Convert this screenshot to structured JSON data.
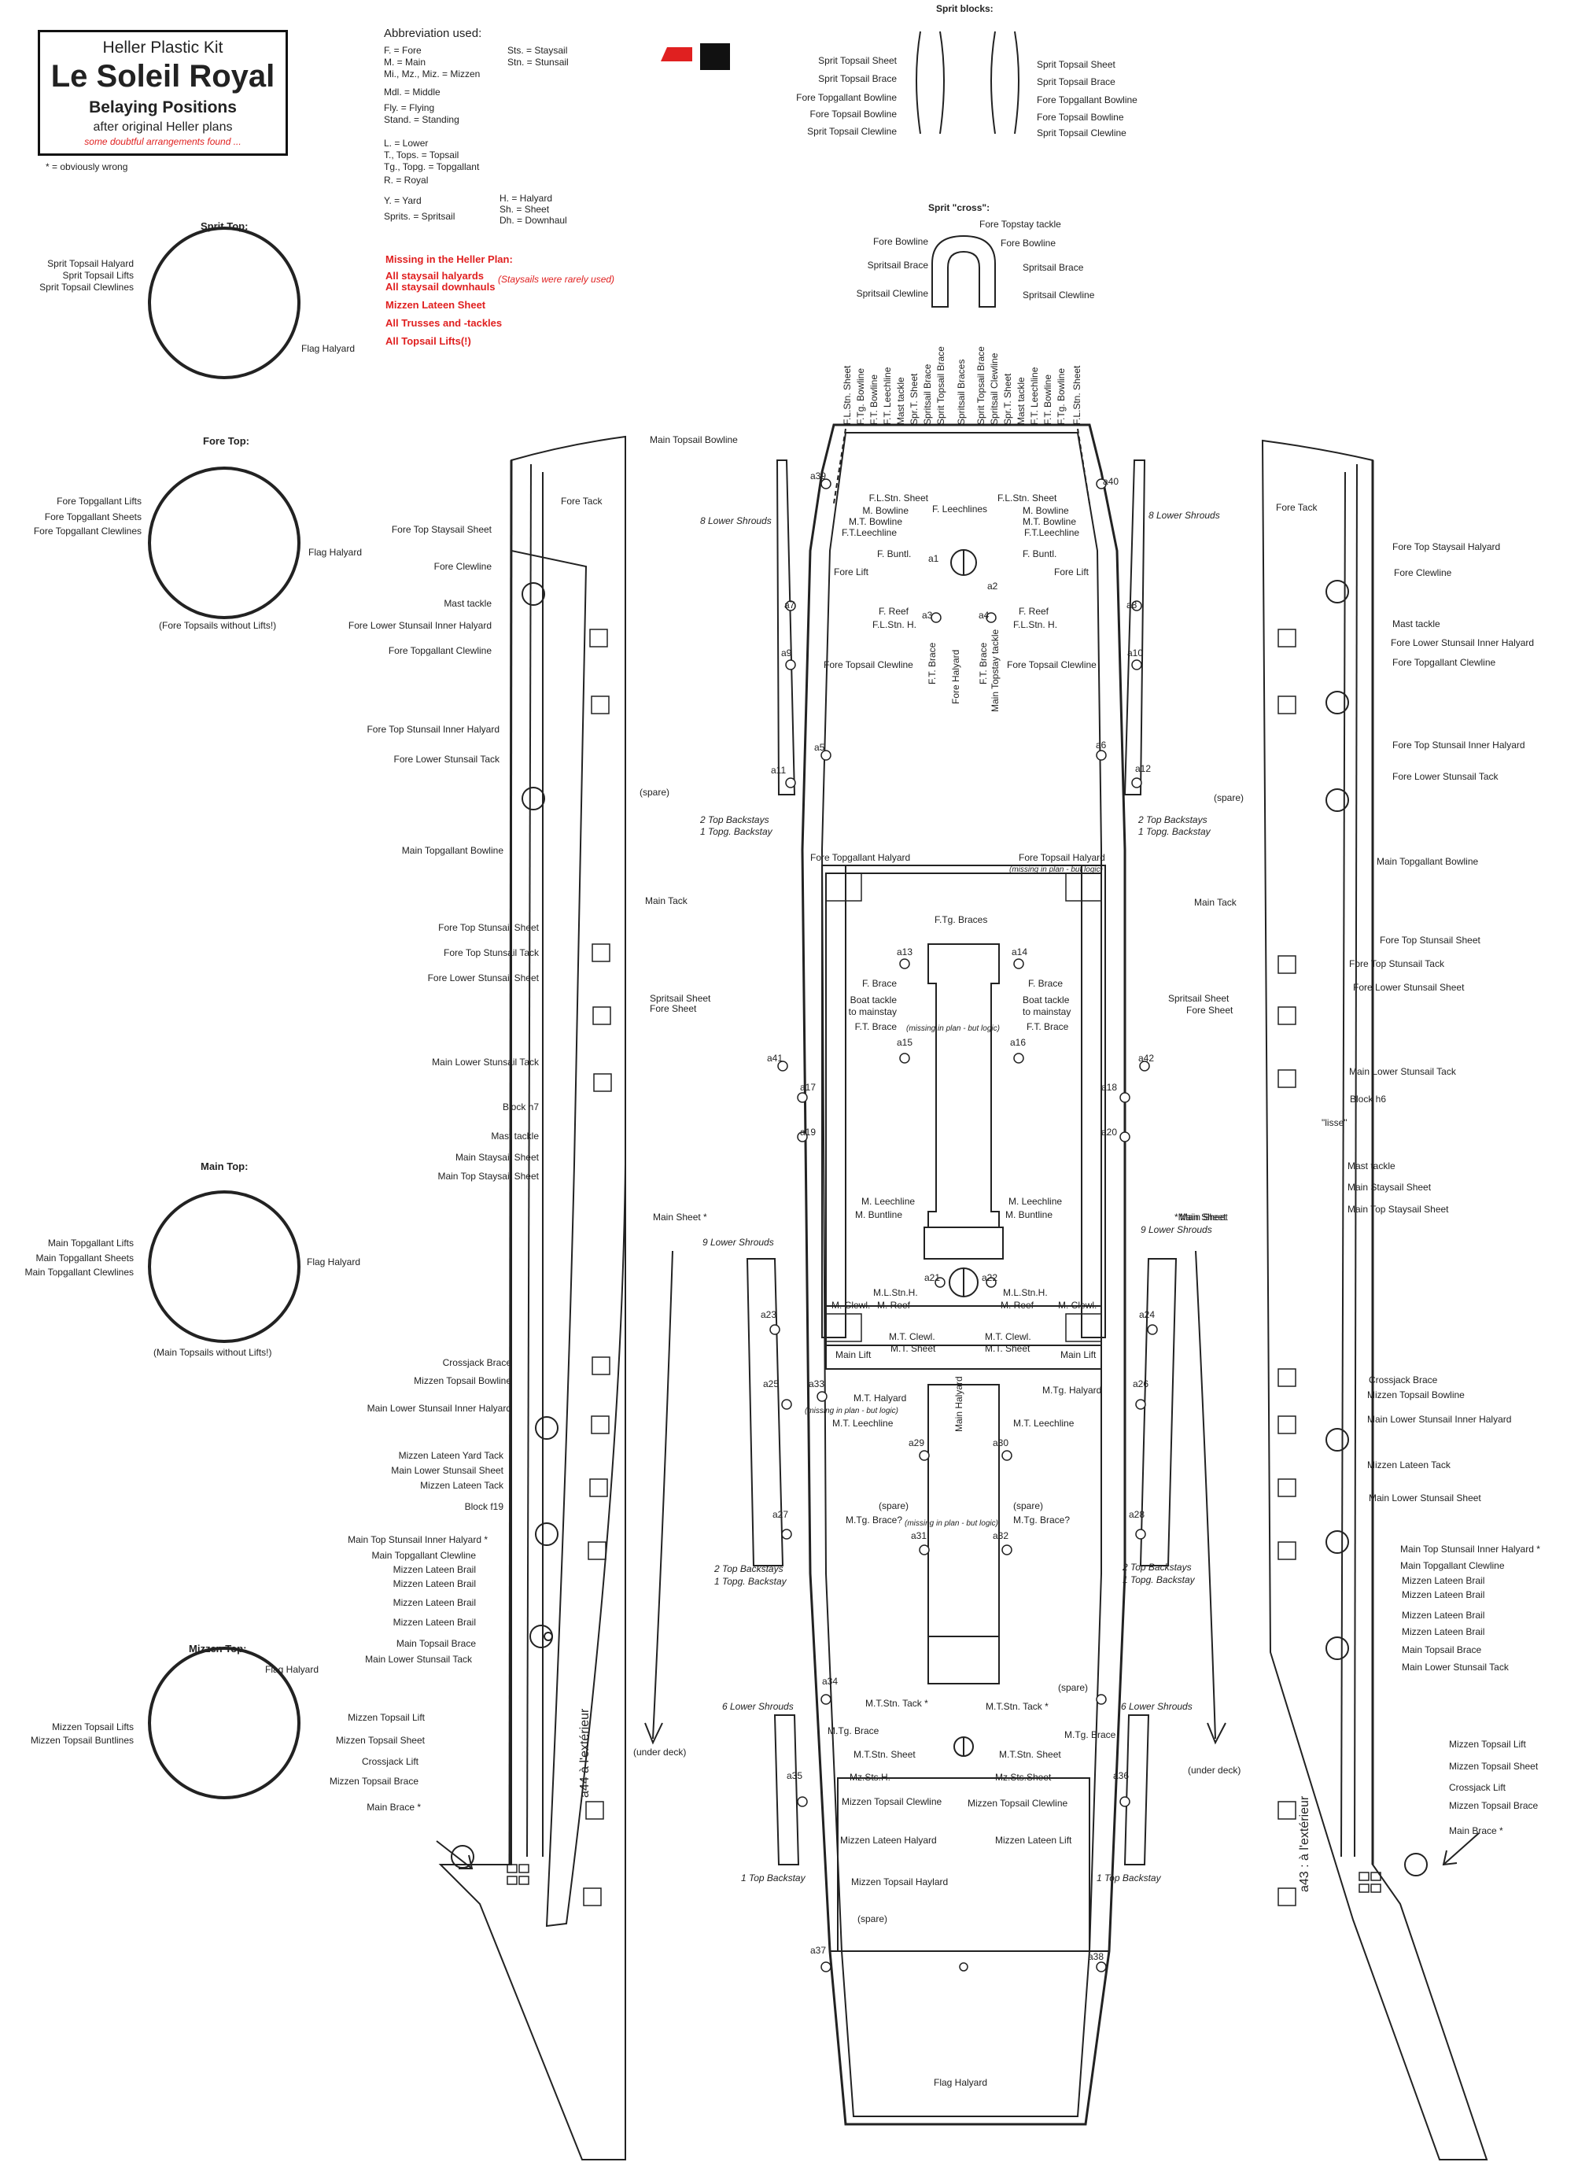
{
  "title_box": {
    "kit": "Heller Plastic Kit",
    "ship": "Le Soleil Royal",
    "subtitle": "Belaying Positions",
    "source": "after original Heller plans",
    "note": "some doubtful arrangements found ..."
  },
  "wrong_note": "* = obviously wrong",
  "abbreviations": {
    "heading": "Abbreviation used:",
    "col1": [
      "F. = Fore",
      "M. = Main",
      "Mi., Mz., Miz. = Mizzen",
      "Mdl. = Middle",
      "Fly. = Flying",
      "Stand. = Standing",
      "L. = Lower",
      "T., Tops. = Topsail",
      "Tg., Topg. = Topgallant",
      "R. = Royal",
      "Y. = Yard",
      "Sprits. = Spritsail"
    ],
    "col2": [
      "Sts. = Staysail",
      "Stn. = Stunsail",
      "H. = Halyard",
      "Sh. = Sheet",
      "Dh. = Downhaul"
    ]
  },
  "missing": {
    "heading": "Missing in the Heller Plan:",
    "items": [
      "All staysail halyards",
      "All staysail downhauls",
      "Mizzen Lateen Sheet",
      "All Trusses and -tackles",
      "All Topsail Lifts(!)"
    ],
    "staysail_note": "(Staysails were rarely used)"
  },
  "colors": {
    "accent": "#e02020",
    "ink": "#222222"
  },
  "tops": {
    "sprit": {
      "heading": "Sprit Top:",
      "labels": [
        "Sprit Topsail Halyard",
        "Sprit Topsail Lifts",
        "Sprit Topsail Clewlines"
      ],
      "flag": "Flag Halyard"
    },
    "fore": {
      "heading": "Fore Top:",
      "labels": [
        "Fore Topgallant Lifts",
        "Fore Topgallant Sheets",
        "Fore Topgallant Clewlines"
      ],
      "flag": "Flag Halyard",
      "note": "(Fore Topsails without Lifts!)"
    },
    "main": {
      "heading": "Main Top:",
      "labels": [
        "Main Topgallant Lifts",
        "Main Topgallant Sheets",
        "Main Topgallant Clewlines"
      ],
      "flag": "Flag Halyard",
      "note": "(Main Topsails without Lifts!)"
    },
    "mizzen": {
      "heading": "Mizzen Top:",
      "labels": [
        "Mizzen Topsail    Lifts",
        "Mizzen Topsail Buntlines"
      ],
      "flag": "Flag Halyard"
    }
  },
  "sprit_blocks": {
    "heading": "Sprit blocks:",
    "left": [
      "Sprit Topsail Sheet",
      "Sprit Topsail Brace",
      "Fore Topgallant Bowline",
      "Fore Topsail Bowline",
      "Sprit Topsail Clewline"
    ],
    "right": [
      "Sprit Topsail Sheet",
      "Sprit Topsail Brace",
      "Fore Topgallant Bowline",
      "Fore Topsail Bowline",
      "Sprit Topsail Clewline"
    ]
  },
  "sprit_cross": {
    "heading": "Sprit \"cross\":",
    "top": "Fore Topstay tackle",
    "left": [
      "Fore Bowline",
      "Spritsail Brace",
      "Spritsail Clewline"
    ],
    "right": [
      "Fore Bowline",
      "Spritsail Brace",
      "Spritsail Clewline"
    ]
  },
  "left_side": {
    "top_label": "Main Topsail Bowline",
    "labels": [
      "Fore Tack",
      "Fore Top Staysail Sheet",
      "Fore Clewline",
      "Mast tackle",
      "Fore Lower Stunsail Inner Halyard",
      "Fore Topgallant Clewline",
      "Fore Top Stunsail Inner Halyard",
      "Fore Lower Stunsail Tack",
      "(spare)",
      "Main Topgallant Bowline",
      "Main Tack",
      "Fore Top  Stunsail Sheet",
      "Fore Top Stunsail Tack",
      "Fore Lower Stunsail Sheet",
      "Spritsail Sheet",
      "Fore Sheet",
      "Main Lower Stunsail Tack",
      "Block h7",
      "Mast tackle",
      "Main Staysail Sheet",
      "Main Top Staysail Sheet",
      "Main Sheet *",
      "Crossjack Brace",
      "Mizzen Topsail Bowline",
      "Main Lower Stunsail Inner Halyard",
      "Mizzen Lateen Yard Tack",
      "Main Lower Stunsail Sheet",
      "Mizzen Lateen Tack",
      "Block f19",
      "Main Top Stunsail Inner Halyard *",
      "Main Topgallant Clewline",
      "Mizzen Lateen Brail",
      "Mizzen Lateen Brail",
      "Mizzen Lateen Brail",
      "Mizzen Lateen Brail",
      "Main Topsail Brace",
      "Main Lower Stunsail Tack",
      "Mizzen Topsail Lift",
      "Mizzen Topsail Sheet",
      "Crossjack Lift",
      "Mizzen Topsail Brace",
      "Main Brace *"
    ],
    "under_deck": "(under deck)",
    "handwritten": "a44 à l'extérieur"
  },
  "right_side": {
    "labels": [
      "Fore Tack",
      "Fore Top Staysail Halyard",
      "Fore Clewline",
      "Mast tackle",
      "Fore Lower Stunsail Inner Halyard",
      "Fore Topgallant Clewline",
      "Fore Top Stunsail Inner Halyard",
      "Fore Lower Stunsail Tack",
      "(spare)",
      "Main Topgallant Bowline",
      "Main Tack",
      "Fore Top Stunsail Sheet",
      "Fore Top Stunsail Tack",
      "Fore Lower Stunsail Sheet",
      "Spritsail Sheet",
      "Fore Sheet",
      "Main Lower Stunsail Tack",
      "Block h6",
      "\"lisse\"",
      "Mast tackle",
      "Main Staysail Sheet",
      "Main Top Staysail Sheet",
      "Main Sheet",
      "Crossjack Brace",
      "Mizzen Topsail Bowline",
      "Main Lower Stunsail Inner Halyard",
      "Mizzen Lateen Tack",
      "Main Lower Stunsail Sheet",
      "Main Top Stunsail Inner Halyard *",
      "Main Topgallant Clewline",
      "Mizzen Lateen Brail",
      "Mizzen Lateen Brail",
      "Mizzen Lateen Brail",
      "Mizzen Lateen Brail",
      "Main Topsail Brace",
      "Main Lower Stunsail Tack",
      "Mizzen Topsail Lift",
      "Mizzen Topsail Sheet",
      "Crossjack Lift",
      "Mizzen Topsail Brace",
      "Main Brace *"
    ],
    "under_deck": "(under deck)",
    "handwritten": "a43 : à l'extérieur"
  },
  "shrouds": {
    "l1": "8 Lower Shrouds",
    "r1": "8 Lower Shrouds",
    "l2": "2 Top Backstays",
    "l2b": "1 Topg. Backstay",
    "r2": "2 Top Backstays",
    "r2b": "1 Topg. Backstay",
    "l3": "9 Lower Shrouds",
    "r3a": "*Main Sheet",
    "r3": "9 Lower Shrouds",
    "l4": "2 Top Backstays",
    "l4b": "1 Topg. Backstay",
    "r4": "2 Top Backstays",
    "r4b": "1 Topg. Backstay",
    "l5": "6 Lower Shrouds",
    "r5": "6 Lower Shrouds",
    "l6": "1 Top Backstay",
    "r6": "1 Top Backstay"
  },
  "bow_labels": [
    "F.L.Stn. Sheet",
    "F.Tg. Bowline",
    "F.T. Bowline",
    "F.T. Leechline",
    "Mast tackle",
    "Spr.T. Sheet",
    "Spritsail Brace",
    "Sprit Topsail Brace",
    "Spritsail Braces",
    "Sprit Topsail Brace",
    "Spritsail Clewline",
    "Spr.T. Sheet",
    "Mast tackle",
    "F.T. Leechline",
    "F.T. Bowline",
    "F.Tg. Bowline",
    "F.L.Stn. Sheet"
  ],
  "fore_mid": [
    "F. Reef",
    "F.L.Stn. H.",
    "F. Reef",
    "F.L.Stn. H.",
    "F.T. Brace",
    "F.T. Brace",
    "Fore Halyard",
    "Main Topstay tackle"
  ],
  "deck": {
    "fore_l": [
      "F.L.Stn. Sheet",
      "M. Bowline",
      "M.T. Bowline",
      "F.T.Leechline",
      "Fore Lift",
      "F. Buntl."
    ],
    "fore_r": [
      "F.L.Stn. Sheet",
      "M. Bowline",
      "M.T. Bowline",
      "F.T.Leechline",
      "Fore Lift",
      "F. Buntl."
    ],
    "leechlines": "F. Leechlines",
    "f_clew_l": "Fore Topsail Clewline",
    "f_clew_r": "Fore Topsail Clewline",
    "ftg_hal": "Fore Topgallant Halyard",
    "ft_hal": "Fore Topsail Halyard",
    "ft_hal_note": "(missing in plan - but logic)",
    "ftg_braces": "F.Tg. Braces",
    "waist_l": [
      "F. Brace",
      "Boat tackle",
      "to mainstay",
      "F.T. Brace"
    ],
    "waist_r": [
      "F. Brace",
      "Boat tackle",
      "to mainstay",
      "F.T. Brace"
    ],
    "waist_note": "(missing in plan - but logic)",
    "main_leech_l": [
      "M. Leechline",
      "M. Buntline"
    ],
    "main_leech_r": [
      "M. Leechline",
      "M. Buntline"
    ],
    "main_l": [
      "M.L.Stn.H.",
      "M. Clewl.",
      "M. Reef",
      "M.T. Clewl.",
      "M.T. Sheet",
      "Main Lift"
    ],
    "main_r": [
      "M.L.Stn.H.",
      "M. Reef",
      "M. Clewl.",
      "M.T. Clewl.",
      "M.T. Sheet",
      "Main Lift"
    ],
    "main_halyard": "Main Halyard",
    "mt_halyard": "M.T. Halyard",
    "mt_halyard_note": "(missing in plan - but logic)",
    "mtg_halyard": "M.Tg. Halyard",
    "mt_leech_l": "M.T. Leechline",
    "mt_leech_r": "M.T. Leechline",
    "spare_l": "(spare)",
    "spare_r": "(spare)",
    "mtg_brace_l": "M.Tg. Brace?",
    "mtg_brace_r": "M.Tg. Brace?",
    "brace_note": "(missing in plan - but logic)",
    "aft_l": [
      "M.T.Stn. Tack *",
      "M.Tg. Brace",
      "M.T.Stn. Sheet",
      "Mz.Sts.H."
    ],
    "aft_r": [
      "(spare)",
      "M.T.Stn. Tack *",
      "M.Tg. Brace",
      "M.T.Stn. Sheet",
      "Mz.Sts.Sheet"
    ],
    "mz_clew_l": "Mizzen Topsail Clewline",
    "mz_clew_r": "Mizzen Topsail Clewline",
    "mz_brail": "Mizzen Lateen Halyard",
    "mz_lift": "Mizzen Lateen Lift",
    "mz_hal": "Mizzen Topsail Haylard",
    "spare_stern": "(spare)",
    "flag": "Flag Halyard"
  },
  "pins": {
    "left": [
      "a39",
      "a7",
      "a9",
      "a5",
      "a11",
      "a13",
      "a15",
      "a41",
      "a17",
      "a19",
      "a21",
      "a23",
      "a25",
      "a33",
      "a29",
      "a27",
      "a31",
      "a34",
      "a35",
      "a37",
      "a1",
      "a3"
    ],
    "right": [
      "a40",
      "a8",
      "a10",
      "a6",
      "a12",
      "a14",
      "a16",
      "a42",
      "a18",
      "a20",
      "a22",
      "a24",
      "a26",
      "a30",
      "a28",
      "a32",
      "a36",
      "a38",
      "a2",
      "a4"
    ]
  }
}
